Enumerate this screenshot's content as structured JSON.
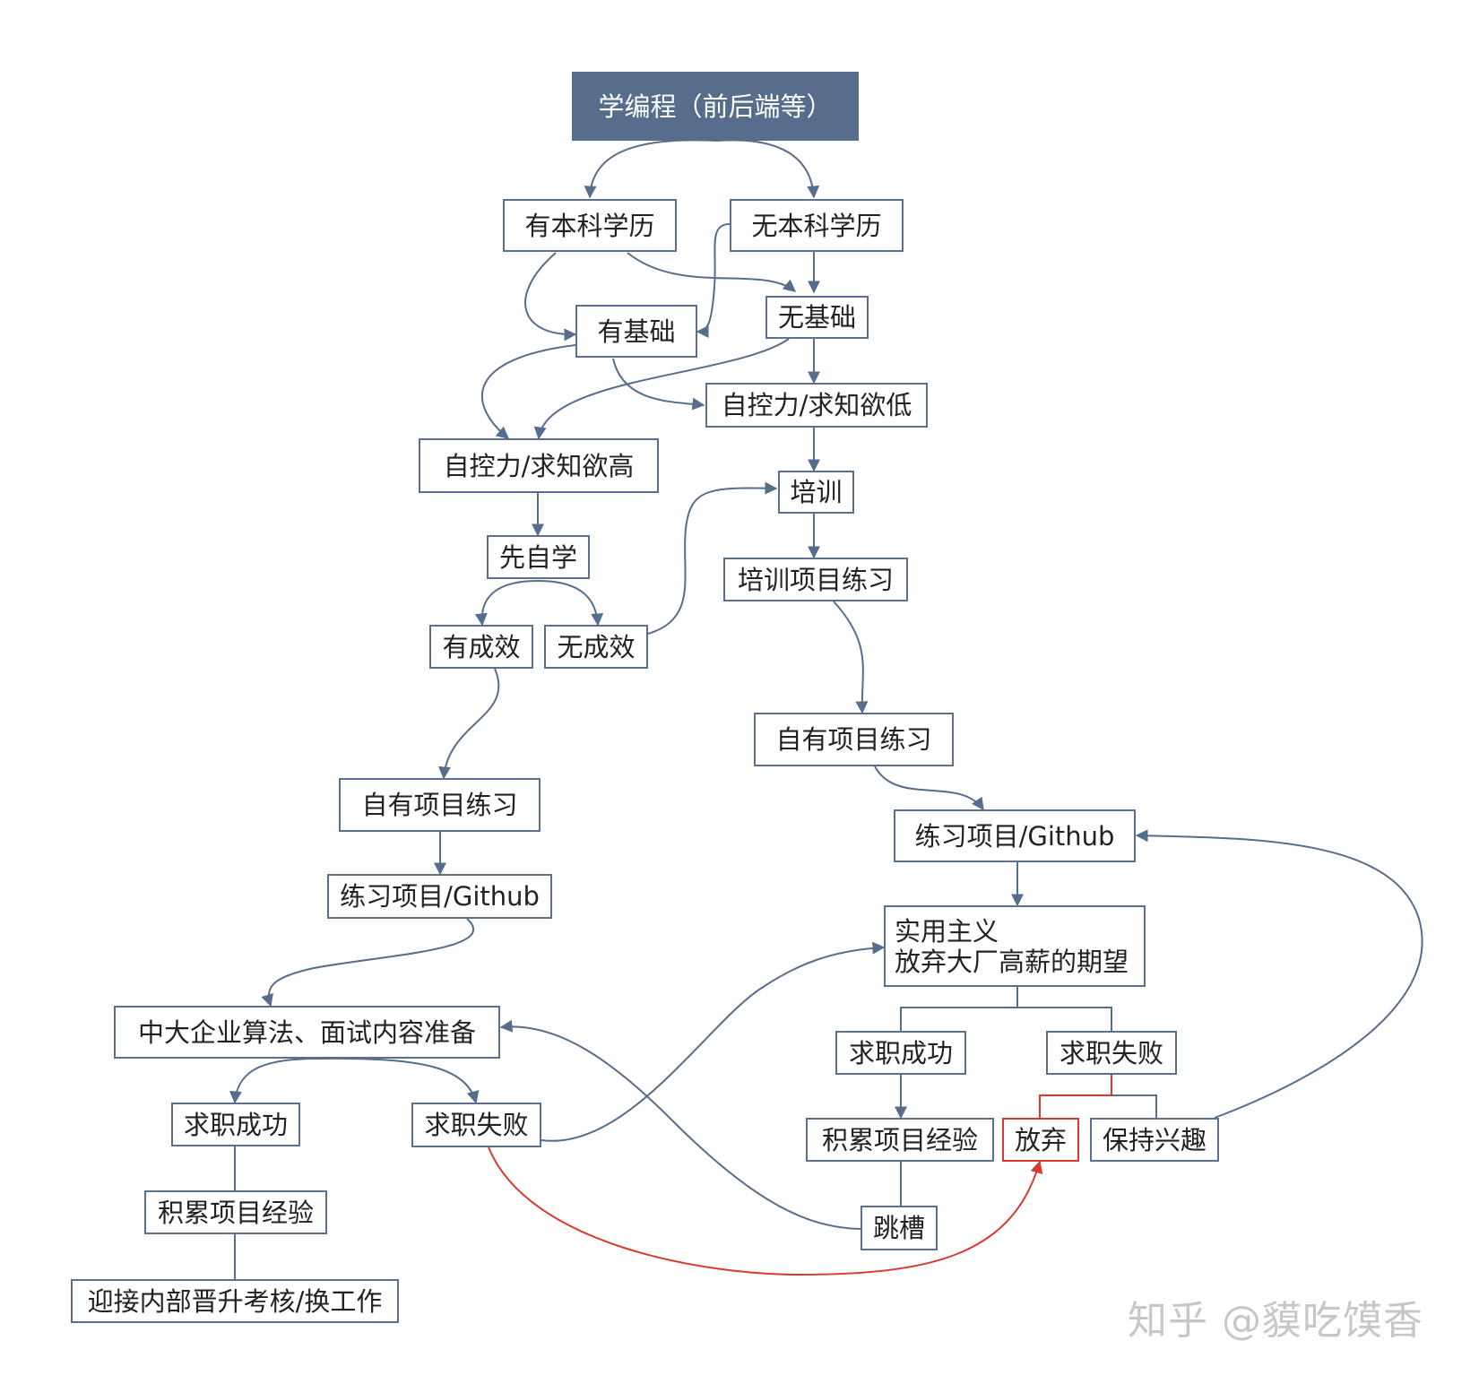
{
  "nodes": {
    "root": "学编程（前后端等）",
    "has_degree": "有本科学历",
    "no_degree": "无本科学历",
    "has_basis": "有基础",
    "no_basis": "无基础",
    "low_self_control": "自控力/求知欲低",
    "high_self_control": "自控力/求知欲高",
    "training": "培训",
    "self_study": "先自学",
    "training_projects": "培训项目练习",
    "effective": "有成效",
    "not_effective": "无成效",
    "own_projects_right": "自有项目练习",
    "own_projects_left": "自有项目练习",
    "github_right": "练习项目/Github",
    "github_left": "练习项目/Github",
    "pragmatism_line1": "实用主义",
    "pragmatism_line2": "放弃大厂高薪的期望",
    "algorithm_prep": "中大企业算法、面试内容准备",
    "job_success_right": "求职成功",
    "job_fail_right": "求职失败",
    "job_success_left": "求职成功",
    "job_fail_left": "求职失败",
    "experience_right": "积累项目经验",
    "give_up": "放弃",
    "keep_interest": "保持兴趣",
    "experience_left": "积累项目经验",
    "job_hop": "跳槽",
    "promotion": "迎接内部晋升考核/换工作"
  },
  "watermark": "知乎 @貘吃馍香",
  "colors": {
    "edge": "#566d8b",
    "highlight": "#d63a32",
    "root_fill": "#566d8b"
  }
}
